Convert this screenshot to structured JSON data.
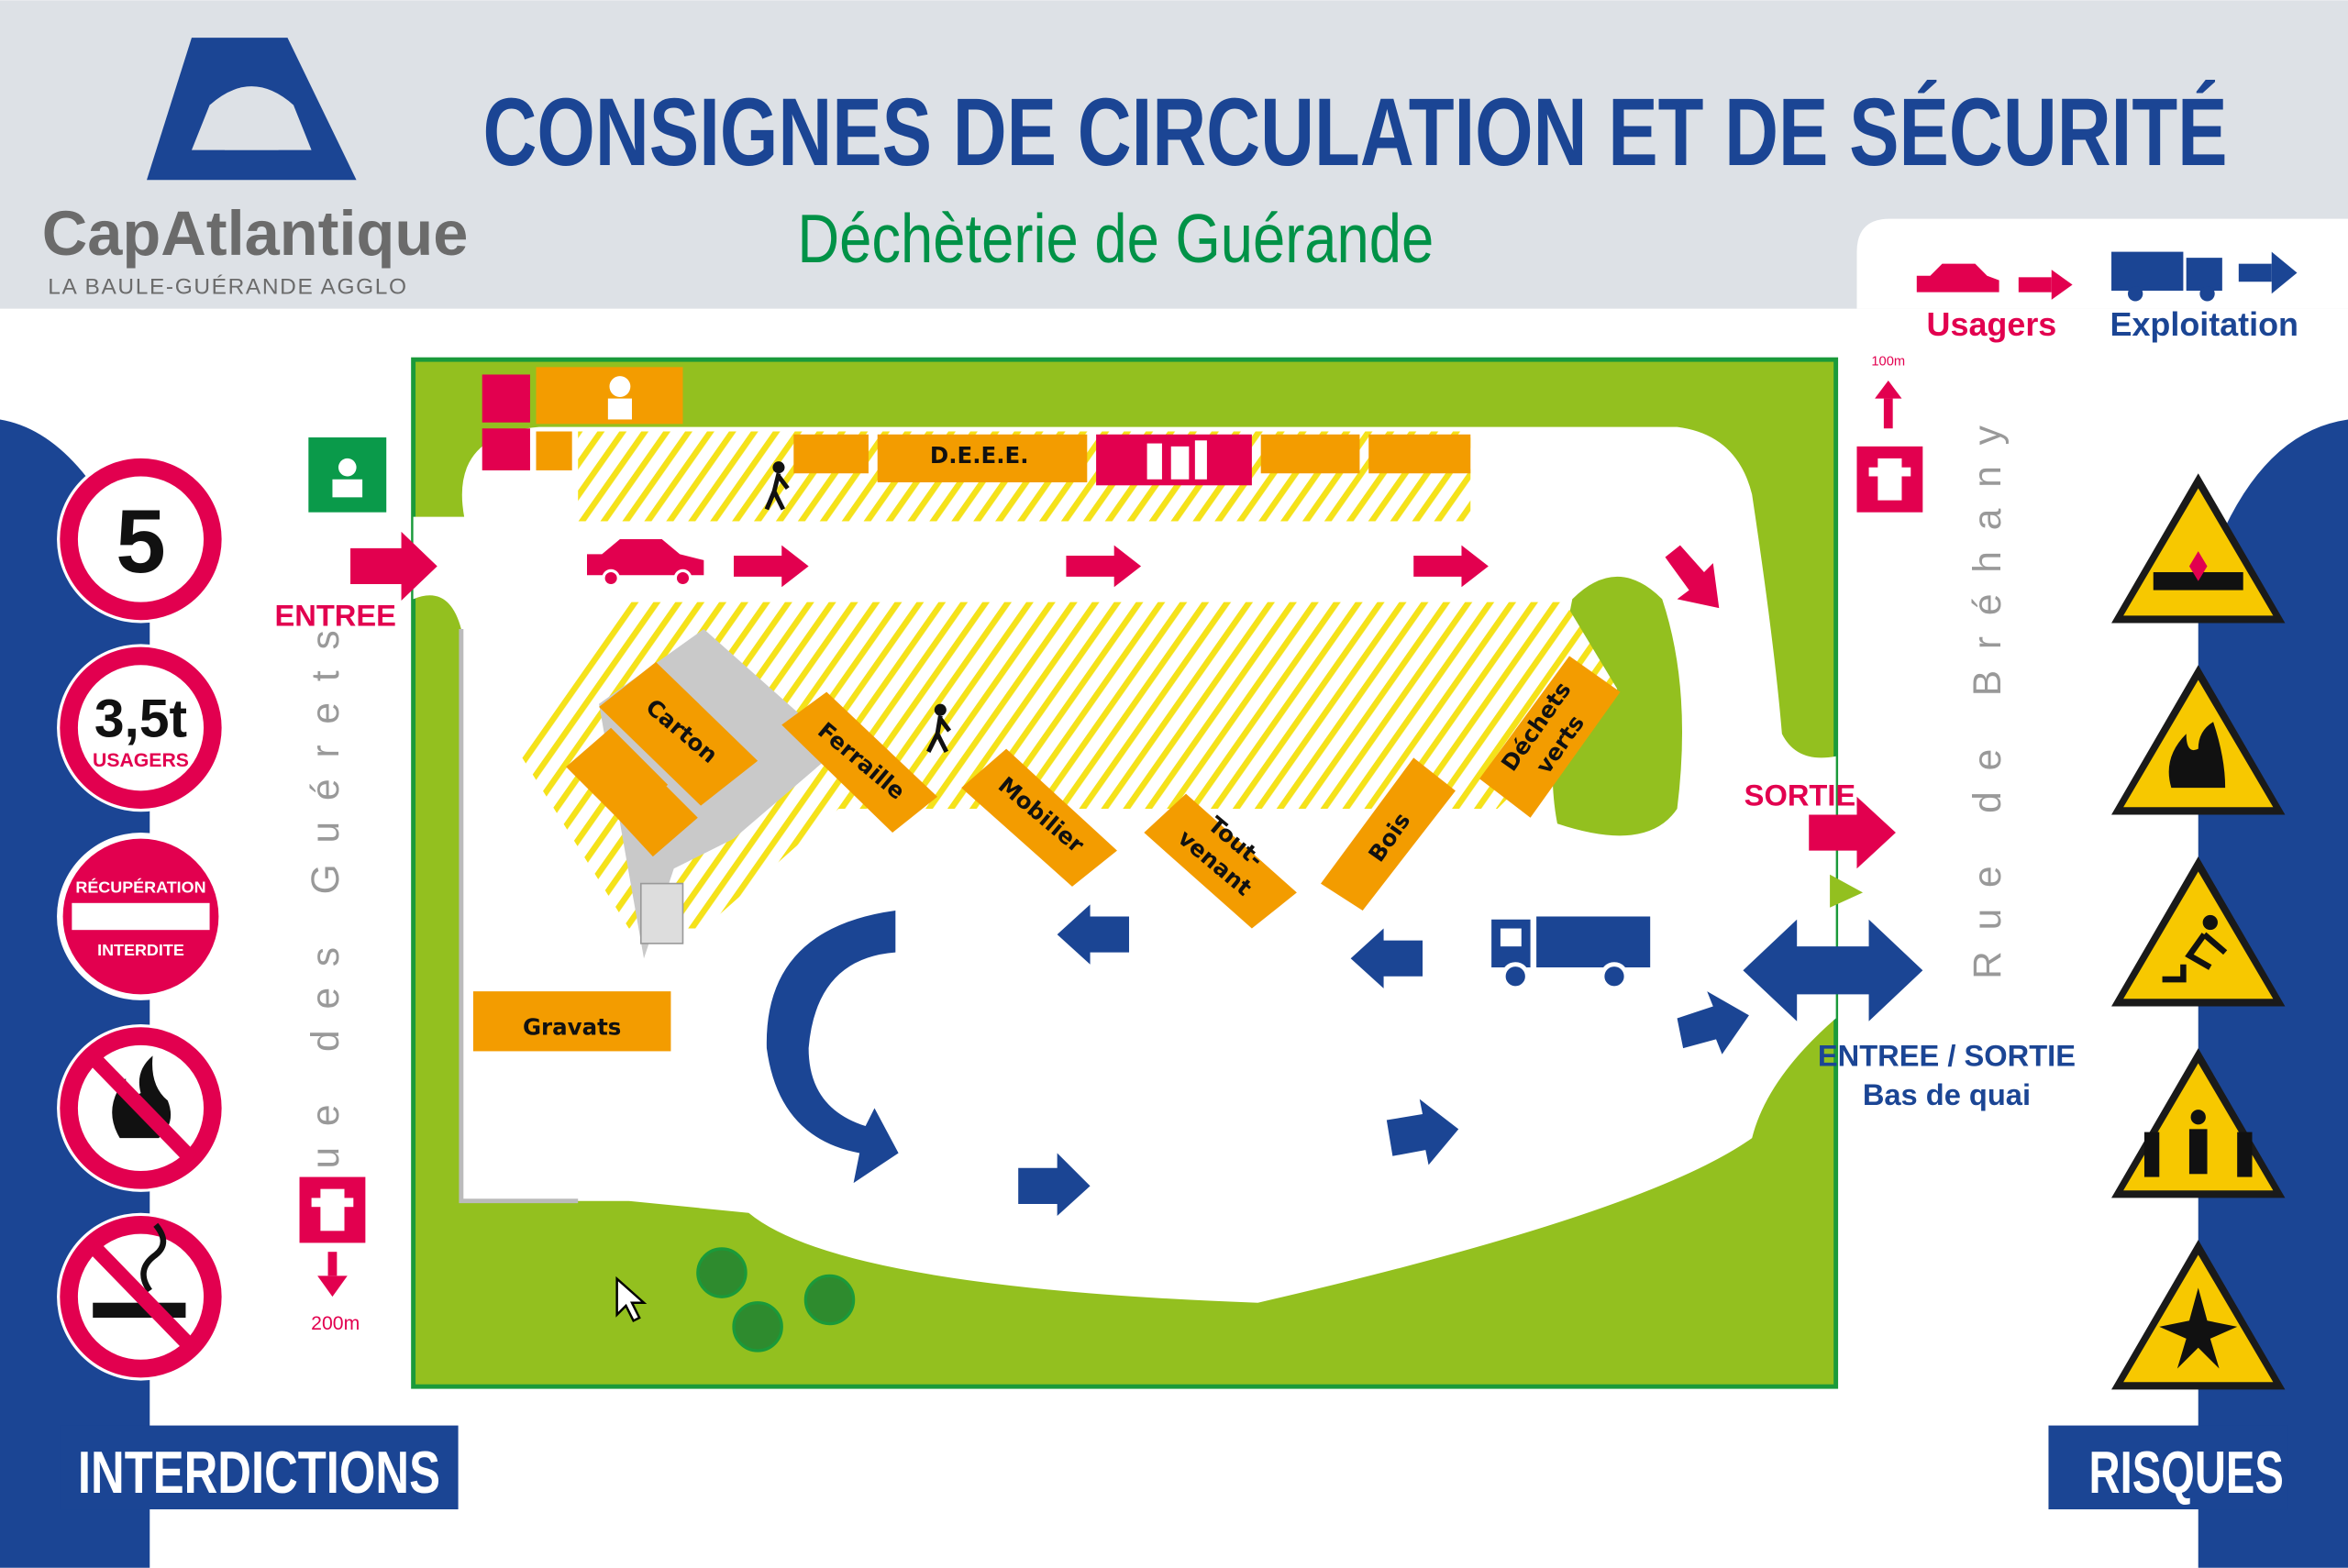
{
  "header": {
    "title": "CONSIGNES DE CIRCULATION ET DE SÉCURITÉ",
    "subtitle": "Déchèterie de Guérande",
    "logo_name": "CapAtlantique",
    "logo_tagline": "LA BAULE-GUÉRANDE AGGLO"
  },
  "legend": {
    "users": "Usagers",
    "operations": "Exploitation"
  },
  "left_panel": {
    "title": "INTERDICTIONS",
    "signs": [
      {
        "name": "speed-limit",
        "text": "5"
      },
      {
        "name": "weight-limit",
        "text": "3,5t",
        "sub": "USAGERS"
      },
      {
        "name": "no-recovery",
        "top": "RÉCUPÉRATION",
        "bottom": "INTERDITE"
      },
      {
        "name": "no-fire"
      },
      {
        "name": "no-smoking"
      }
    ]
  },
  "right_panel": {
    "title": "RISQUES",
    "signs": [
      "collision",
      "fire",
      "fall",
      "crushing",
      "explosion"
    ]
  },
  "map": {
    "street_left": "Rue des Guérets",
    "street_right": "Rue de Bréhany",
    "entrance": "ENTREE",
    "exit": "SORTIE",
    "dock_line1": "ENTREE / SORTIE",
    "dock_line2": "Bas de quai",
    "hydrant_left_distance": "200m",
    "hydrant_right_distance": "100m",
    "bins": {
      "deee": "D.E.E.E.",
      "carton": "Carton",
      "ferraille": "Ferraille",
      "mobilier": "Mobilier",
      "tout_venant_1": "Tout-",
      "tout_venant_2": "venant",
      "bois": "Bois",
      "dechets_verts_1": "Déchets",
      "dechets_verts_2": "verts",
      "gravats": "Gravats"
    }
  },
  "colors": {
    "blue": "#1b4594",
    "red": "#e2004f",
    "green": "#93c01f",
    "orange": "#f39c00",
    "title_green": "#009247",
    "header_bg": "#dde1e6"
  }
}
